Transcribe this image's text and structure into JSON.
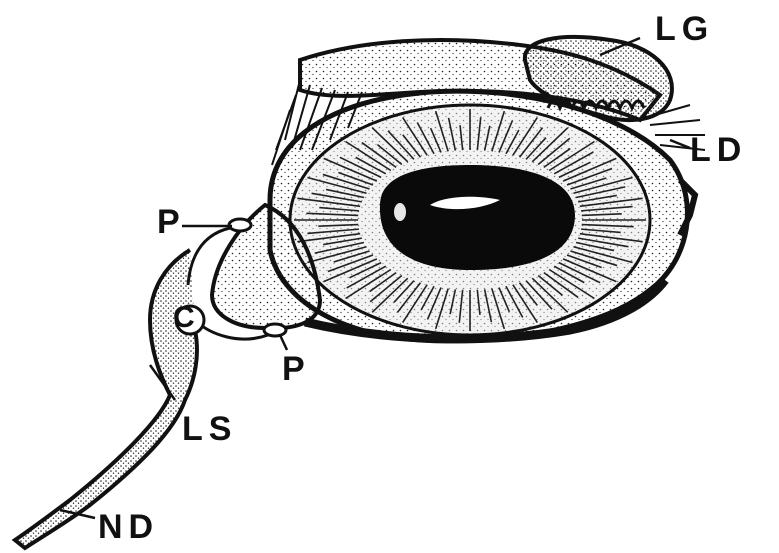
{
  "labels": {
    "lg": "LG",
    "ld": "LD",
    "p_upper": "P",
    "c": "C",
    "p_lower": "P",
    "ls": "LS",
    "nd": "ND"
  },
  "colors": {
    "ink": "#111111",
    "background": "#ffffff",
    "iris_fill": "#f3f3f3",
    "pupil": "#0a0a0a"
  }
}
